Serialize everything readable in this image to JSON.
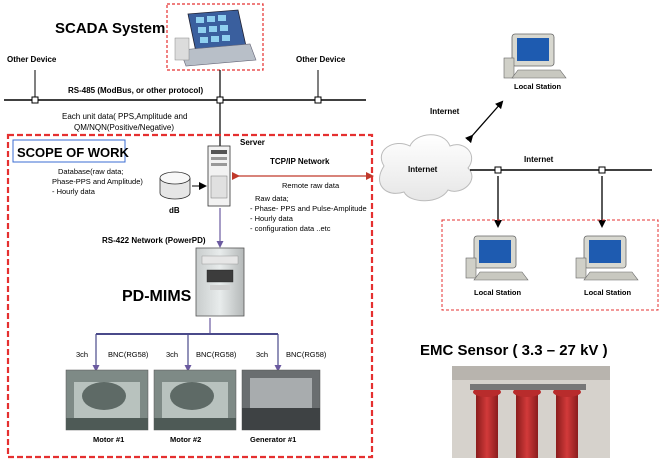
{
  "title": "SCADA System",
  "labels": {
    "other_device_left": "Other Device",
    "other_device_right": "Other Device",
    "rs485": "RS-485 (ModBus, or other protocol)",
    "unit_data_1": "Each unit data( PPS,Amplitude and",
    "unit_data_2": "QM/NQN(Positive/Negative)",
    "scope_of_work": "SCOPE OF WORK",
    "server": "Server",
    "database_1": "Database(raw data;",
    "database_2": "Phase-PPS and Amplitude)",
    "database_3": "- Hourly data",
    "db": "dB",
    "tcpip": "TCP/IP Network",
    "remote_raw": "Remote raw data",
    "raw_1": "Raw data;",
    "raw_2": "- Phase- PPS and Pulse-Amplitude",
    "raw_3": "- Hourly data",
    "raw_4": "- configuration data ..etc",
    "rs422": "RS-422 Network (PowerPD)",
    "pdmims": "PD-MIMS",
    "ch1": "3ch",
    "ch2": "3ch",
    "ch3": "3ch",
    "bnc1": "BNC(RG58)",
    "bnc2": "BNC(RG58)",
    "bnc3": "BNC(RG58)",
    "motor1": "Motor #1",
    "motor2": "Motor  #2",
    "generator1": "Generator #1",
    "internet_cloud": "Internet",
    "internet_arrow": "Internet",
    "internet_bus": "Internet",
    "local_station_top": "Local Station",
    "local_station_1": "Local Station",
    "local_station_2": "Local Station",
    "emc_sensor": "EMC  Sensor  ( 3.3 – 27 kV )"
  },
  "colors": {
    "title_red": "#c0392b",
    "dashed_red": "#e53030",
    "network_blue": "#8080b0",
    "server_label": "#9b30b0"
  }
}
